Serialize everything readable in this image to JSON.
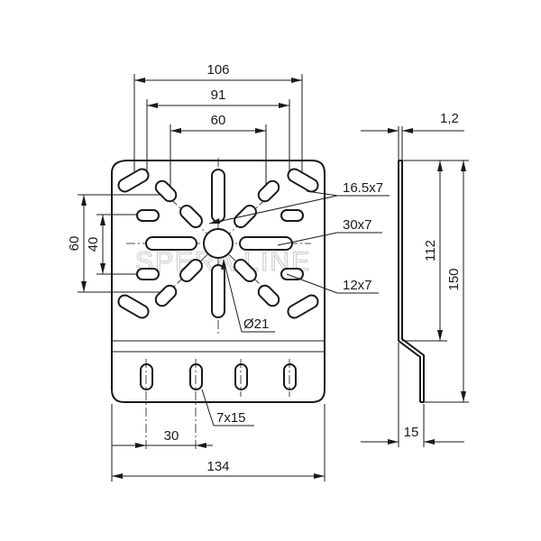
{
  "drawing": {
    "watermark": "SPERA LINE",
    "dimensions": {
      "width_106": "106",
      "width_91": "91",
      "width_60": "60",
      "height_60": "60",
      "height_40": "40",
      "slot_16_5x7": "16.5x7",
      "slot_30x7": "30x7",
      "slot_12x7": "12x7",
      "hole_d21": "Ø21",
      "slot_7x15": "7x15",
      "pitch_30": "30",
      "width_134": "134",
      "thickness_1_2": "1,2",
      "height_112": "112",
      "height_150": "150",
      "offset_15": "15"
    }
  }
}
